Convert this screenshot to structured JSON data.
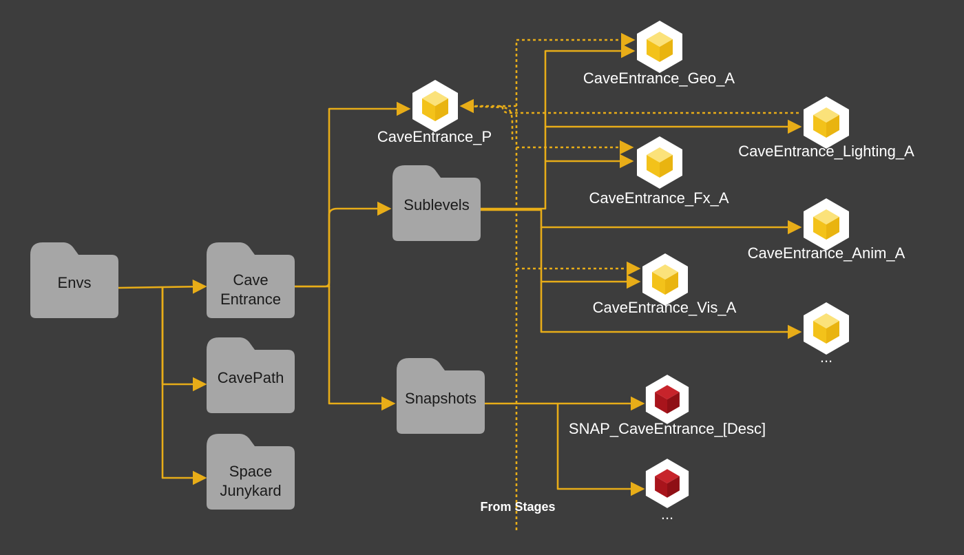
{
  "colors": {
    "background": "#3d3d3d",
    "folder": "#a6a6a6",
    "connector": "#e8ad18",
    "cube_yellow": "#f5c518",
    "cube_red": "#b0141c",
    "text": "#ffffff"
  },
  "folders": {
    "envs": {
      "line1": "Envs",
      "line2": ""
    },
    "cave_entrance": {
      "line1": "Cave",
      "line2": "Entrance"
    },
    "cave_path": {
      "line1": "CavePath",
      "line2": ""
    },
    "space_junkyard": {
      "line1": "Space",
      "line2": "Junykard"
    },
    "sublevels": {
      "line1": "Sublevels",
      "line2": ""
    },
    "snapshots": {
      "line1": "Snapshots",
      "line2": ""
    }
  },
  "assets": {
    "cave_entrance_p": {
      "label": "CaveEntrance_P",
      "icon": "yellow-cube-icon"
    },
    "geo_a": {
      "label": "CaveEntrance_Geo_A",
      "icon": "yellow-cube-icon"
    },
    "lighting_a": {
      "label": "CaveEntrance_Lighting_A",
      "icon": "yellow-cube-icon"
    },
    "fx_a": {
      "label": "CaveEntrance_Fx_A",
      "icon": "yellow-cube-icon"
    },
    "anim_a": {
      "label": "CaveEntrance_Anim_A",
      "icon": "yellow-cube-icon"
    },
    "vis_a": {
      "label": "CaveEntrance_Vis_A",
      "icon": "yellow-cube-icon"
    },
    "sublevel_more": {
      "label": "...",
      "icon": "yellow-cube-icon"
    },
    "snap_desc": {
      "label": "SNAP_CaveEntrance_[Desc]",
      "icon": "red-cube-icon"
    },
    "snap_more": {
      "label": "...",
      "icon": "red-cube-icon"
    }
  },
  "annotations": {
    "from_stages": "From Stages"
  }
}
